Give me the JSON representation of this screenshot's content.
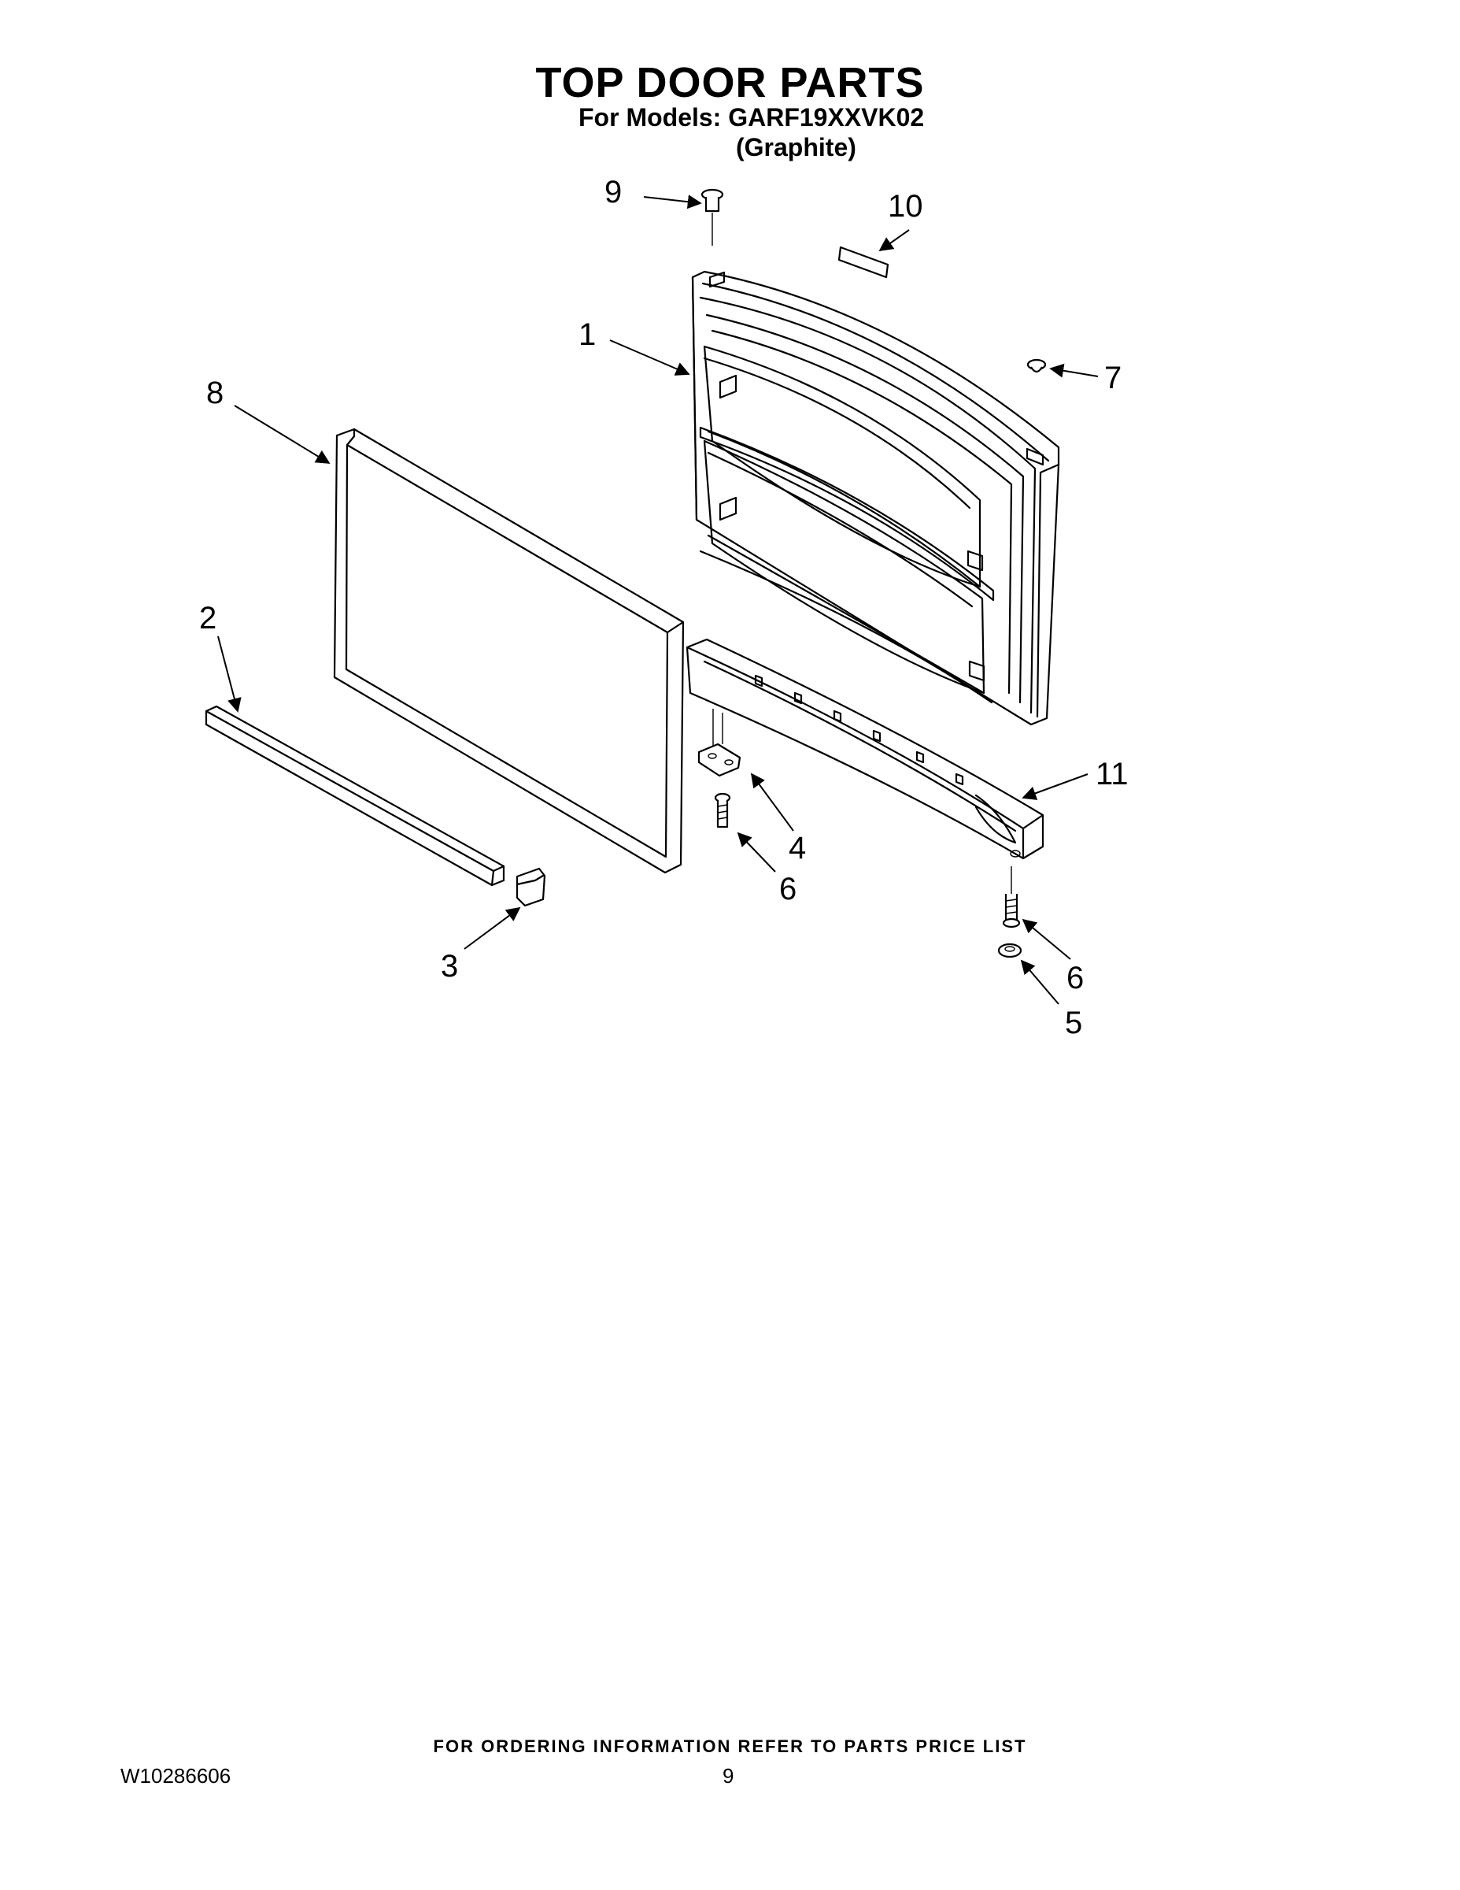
{
  "header": {
    "title": "TOP DOOR PARTS",
    "models_line": "For Models: GARF19XXVK02",
    "finish_line": "(Graphite)"
  },
  "callouts": {
    "c1": "1",
    "c2": "2",
    "c3": "3",
    "c4": "4",
    "c5": "5",
    "c6a": "6",
    "c6b": "6",
    "c7": "7",
    "c8": "8",
    "c9": "9",
    "c10": "10",
    "c11": "11"
  },
  "footer": {
    "ordering_note": "FOR ORDERING INFORMATION REFER TO PARTS PRICE LIST",
    "document_number": "W10286606",
    "page_number": "9"
  }
}
